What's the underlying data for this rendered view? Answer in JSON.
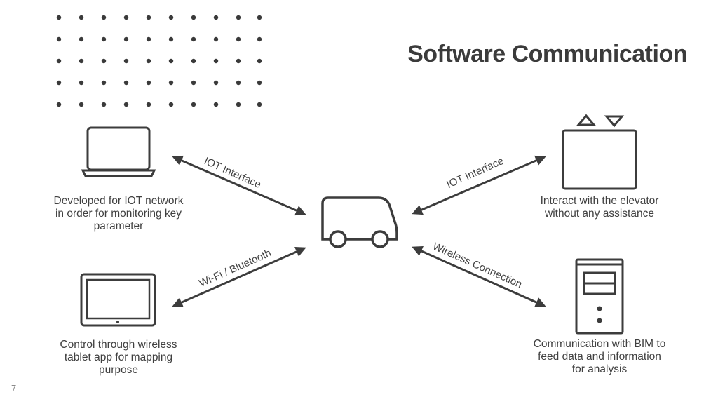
{
  "title": "Software Communication",
  "page_number": "7",
  "nodes": {
    "laptop": {
      "icon": "laptop-icon",
      "caption": "Developed for IOT network\nin order for monitoring key\nparameter"
    },
    "tablet": {
      "icon": "tablet-icon",
      "caption": "Control through wireless\ntablet app for mapping\npurpose"
    },
    "vehicle": {
      "icon": "vehicle-icon"
    },
    "elevator": {
      "icon": "elevator-icon",
      "caption": "Interact with the elevator\nwithout any assistance"
    },
    "server": {
      "icon": "server-tower-icon",
      "caption": "Communication with BIM to\nfeed data and information\nfor analysis"
    }
  },
  "connections": [
    {
      "from": "laptop",
      "to": "vehicle",
      "label": "IOT Interface"
    },
    {
      "from": "tablet",
      "to": "vehicle",
      "label": "Wi-Fi / Bluetooth"
    },
    {
      "from": "elevator",
      "to": "vehicle",
      "label": "IOT Interface"
    },
    {
      "from": "server",
      "to": "vehicle",
      "label": "Wireless Connection"
    }
  ],
  "colors": {
    "stroke": "#3c3c3c",
    "text": "#404040",
    "dots": "#3a3a3a"
  }
}
